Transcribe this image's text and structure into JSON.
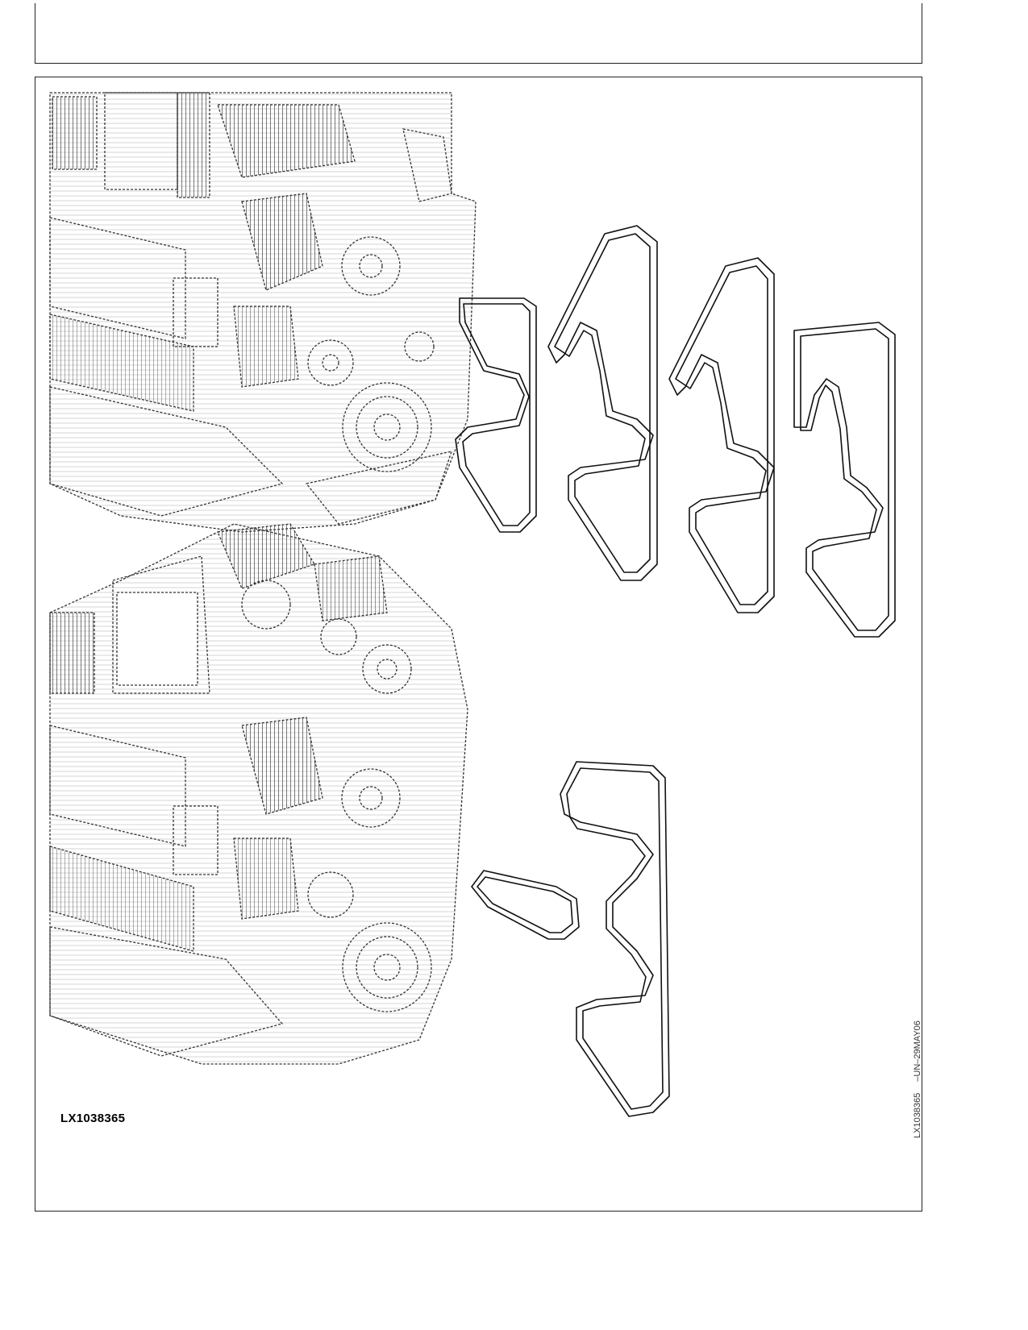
{
  "figure": {
    "id_label": "LX1038365",
    "side_code": "LX1038365",
    "side_date": "–UN–29MAY06"
  },
  "icons": [
    "engine-drawing",
    "serpentine-belt"
  ]
}
